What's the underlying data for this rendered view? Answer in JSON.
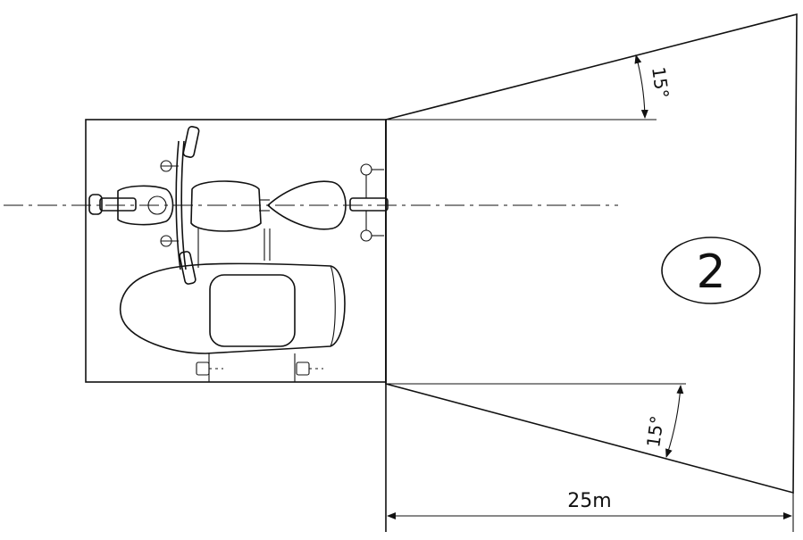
{
  "diagram": {
    "zone_label": "2",
    "upper_angle_label": "15°",
    "lower_angle_label": "15°",
    "distance_label": "25m"
  },
  "colors": {
    "ink": "#111111",
    "background": "#ffffff"
  }
}
